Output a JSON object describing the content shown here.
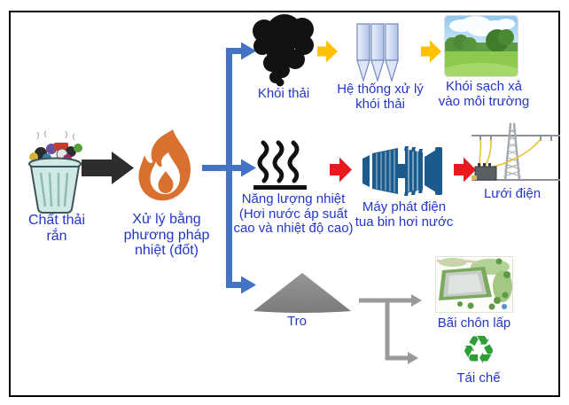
{
  "diagram": {
    "title_hint": "Solid waste thermal treatment process flow",
    "nodes": {
      "solid_waste": {
        "label": "Chất thải\nrắn"
      },
      "thermal_treatment": {
        "label": "Xử lý bằng\nphương pháp\nnhiệt (đốt)"
      },
      "flue_gas": {
        "label": "Khói thải"
      },
      "gas_treatment": {
        "label": "Hệ thống xử lý\nkhói thải"
      },
      "clean_gas": {
        "label": "Khói sạch xả\nvào môi trường"
      },
      "heat_energy": {
        "label": "Năng lượng nhiệt\n(Hơi nước áp suất\ncao và nhiệt độ cao)"
      },
      "generator": {
        "label": "Máy phát điện\ntua bin hơi nước"
      },
      "power_grid": {
        "label": "Lưới điện"
      },
      "ash": {
        "label": "Tro"
      },
      "landfill": {
        "label": "Bãi chôn lấp"
      },
      "recycle": {
        "label": "Tái chế"
      }
    },
    "icons": {
      "recycle_glyph": "♻",
      "names": [
        "trash-can-icon",
        "fire-icon",
        "smoke-icon",
        "filter-system-icon",
        "clean-environment-image",
        "steam-icon",
        "turbine-icon",
        "power-grid-icon",
        "ash-pile-icon",
        "landfill-image",
        "recycle-icon"
      ]
    },
    "colors": {
      "label_text": "#2236C9",
      "connector_blue": "#4472C4",
      "arrow_yellow": "#FFC000",
      "arrow_red": "#E8191F",
      "arrow_black": "#2D2D2D",
      "arrow_gray": "#999999",
      "fire_orange": "#D9702F",
      "turbine_blue": "#1B5A8C",
      "recycle_green": "#2E9E36"
    }
  }
}
